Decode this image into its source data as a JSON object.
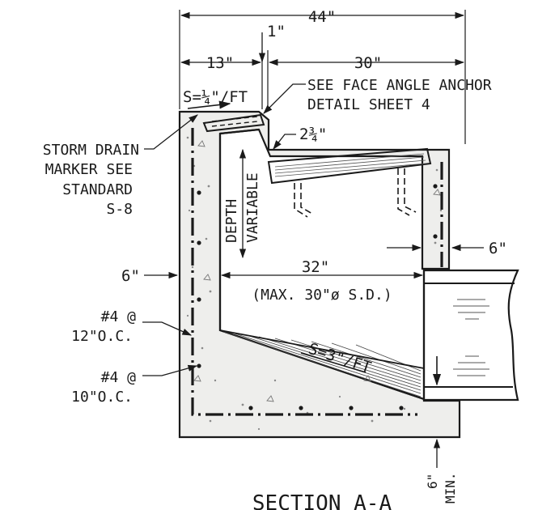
{
  "dimensions": {
    "overall_width": "44\"",
    "left_section": "13\"",
    "right_section": "30\"",
    "gap": "1\"",
    "right_wall": "6\"",
    "left_wall": "6\"",
    "pipe_width": "32\"",
    "bottom_min_value": "6\"",
    "bottom_min_label": "MIN.",
    "angle_offset": "2¾\""
  },
  "slopes": {
    "top": "S=¼\"/FT",
    "invert": "S=3\"/FT"
  },
  "callouts": {
    "face_angle_line1": "SEE FACE ANGLE ANCHOR",
    "face_angle_line2": "DETAIL SHEET 4",
    "storm_line1": "STORM DRAIN",
    "storm_line2": "MARKER SEE",
    "storm_line3": "STANDARD",
    "storm_line4": "S-8",
    "depth": "DEPTH",
    "variable": "VARIABLE",
    "pipe_note": "(MAX. 30\"ø S.D.)",
    "rebar1_line1": "#4 @",
    "rebar1_line2": "12\"O.C.",
    "rebar2_line1": "#4 @",
    "rebar2_line2": "10\"O.C."
  },
  "title": "SECTION A-A"
}
